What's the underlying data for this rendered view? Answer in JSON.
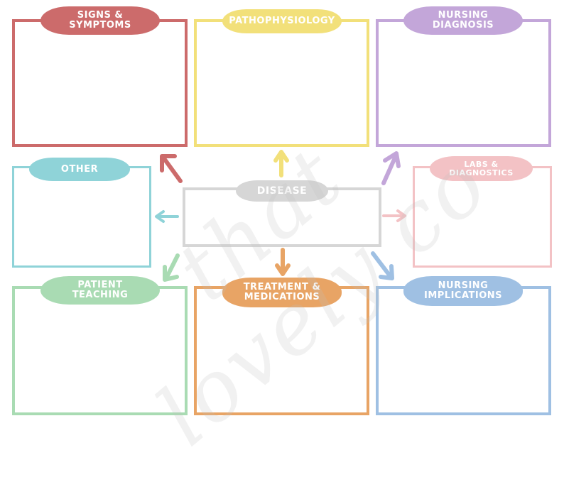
{
  "center": {
    "label": "DISEASE",
    "color": "#d6d6d6"
  },
  "boxes": {
    "signs_symptoms": {
      "label": "SIGNS &\nSYMPTOMS",
      "color": "#cc6b6b"
    },
    "pathophysiology": {
      "label": "PATHOPHYSIOLOGY",
      "color": "#f2e07a"
    },
    "nursing_diagnosis": {
      "label": "NURSING\nDIAGNOSIS",
      "color": "#c3a6d9"
    },
    "other": {
      "label": "OTHER",
      "color": "#8fd3d8"
    },
    "labs_diagnostics": {
      "label": "LABS &\nDIAGNOSTICS",
      "color": "#f3c2c5"
    },
    "patient_teaching": {
      "label": "PATIENT\nTEACHING",
      "color": "#a9dbb3"
    },
    "treatment_medications": {
      "label": "TREATMENT &\nMEDICATIONS",
      "color": "#e8a465"
    },
    "nursing_implications": {
      "label": "NURSING\nIMPLICATIONS",
      "color": "#9fc0e3"
    }
  },
  "watermark": "that lovely co"
}
